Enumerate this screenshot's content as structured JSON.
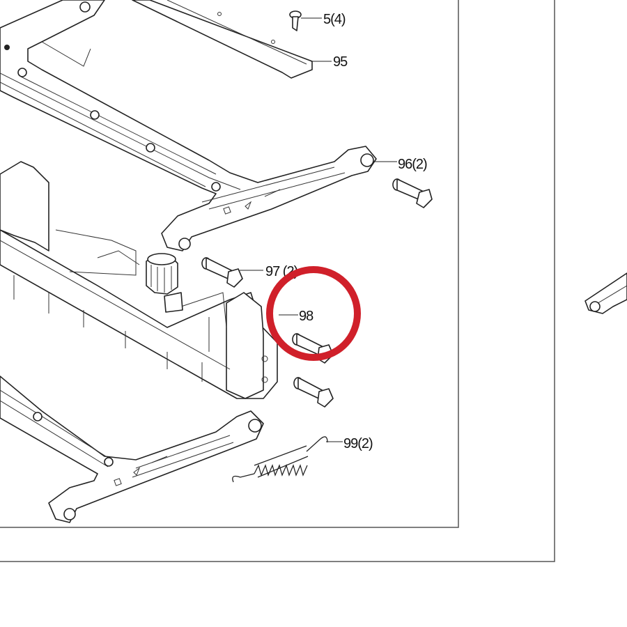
{
  "callouts": {
    "c5": "5(4)",
    "c95": "95",
    "c96": "96(2)",
    "c97": "97 (2)",
    "c98": "98",
    "c99": "99(2)"
  },
  "highlight": {
    "color": "#d0202a",
    "target": "98"
  }
}
